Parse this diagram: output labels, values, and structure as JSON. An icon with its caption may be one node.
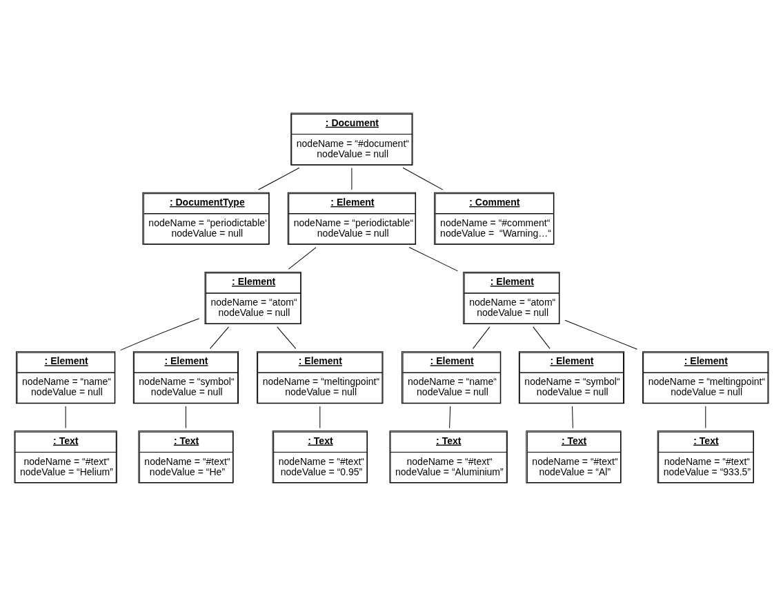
{
  "diagram": {
    "nodes": [
      {
        "text": [
          ": Document",
          "nodeName = “#document“",
          "nodeValue = null"
        ]
      },
      {
        "text": [
          ": DocumentType",
          "nodeName = “periodictable‘",
          "nodeValue = null"
        ]
      },
      {
        "text": [
          ": Element",
          "nodeName = “periodictable“",
          "nodeValue = null"
        ]
      },
      {
        "text": [
          ": Comment",
          "nodeName = “#comment“",
          "nodeValue =  “Warning…“"
        ]
      },
      {
        "text": [
          ": Element",
          "nodeName = “atom“",
          "nodeValue = null"
        ]
      },
      {
        "text": [
          ": Element",
          "nodeName = “atom“",
          "nodeValue = null"
        ]
      },
      {
        "text": [
          ": Element",
          "nodeName = “name“",
          "nodeValue = null"
        ]
      },
      {
        "text": [
          ": Element",
          "nodeName = “symbol“",
          "nodeValue = null"
        ]
      },
      {
        "text": [
          ": Element",
          "nodeName = “meltingpoint“",
          "nodeValue = null"
        ]
      },
      {
        "text": [
          ": Element",
          "nodeName = “name“",
          "nodeValue = null"
        ]
      },
      {
        "text": [
          ": Element",
          "nodeName = “symbol“",
          "nodeValue = null"
        ]
      },
      {
        "text": [
          ": Element",
          "nodeName = “meltingpoint“",
          "nodeValue = null"
        ]
      },
      {
        "text": [
          ": Text",
          "nodeName = “#text“",
          "nodeValue = “Helium”"
        ]
      },
      {
        "text": [
          ": Text",
          "nodeName = “#text“",
          "nodeValue = “He”"
        ]
      },
      {
        "text": [
          ": Text",
          "nodeName = “#text“",
          "nodeValue = “0.95”"
        ]
      },
      {
        "text": [
          ": Text",
          "nodeName = “#text“",
          "nodeValue = “Aluminium”"
        ]
      },
      {
        "text": [
          ": Text",
          "nodeName = “#text“",
          "nodeValue = “Al”"
        ]
      },
      {
        "text": [
          ": Text",
          "nodeName = “#text“",
          "nodeValue = “933.5”"
        ]
      }
    ],
    "edges": [
      {
        "from": 0,
        "to": 1,
        "arrow": "none"
      },
      {
        "from": 0,
        "to": 2,
        "arrow": "none"
      },
      {
        "from": 0,
        "to": 3,
        "arrow": "none"
      },
      {
        "from": 2,
        "to": 4,
        "arrow": "none"
      },
      {
        "from": 2,
        "to": 5,
        "arrow": "none"
      },
      {
        "from": 4,
        "to": 6,
        "arrow": "none"
      },
      {
        "from": 4,
        "to": 7,
        "arrow": "none"
      },
      {
        "from": 4,
        "to": 8,
        "arrow": "none"
      },
      {
        "from": 5,
        "to": 9,
        "arrow": "none"
      },
      {
        "from": 5,
        "to": 10,
        "arrow": "none"
      },
      {
        "from": 5,
        "to": 11,
        "arrow": "none"
      },
      {
        "from": 6,
        "to": 12,
        "arrow": "none"
      },
      {
        "from": 7,
        "to": 13,
        "arrow": "none"
      },
      {
        "from": 8,
        "to": 14,
        "arrow": "none"
      },
      {
        "from": 9,
        "to": 15,
        "arrow": "none"
      },
      {
        "from": 10,
        "to": 16,
        "arrow": "none"
      },
      {
        "from": 11,
        "to": 17,
        "arrow": "none"
      }
    ]
  }
}
